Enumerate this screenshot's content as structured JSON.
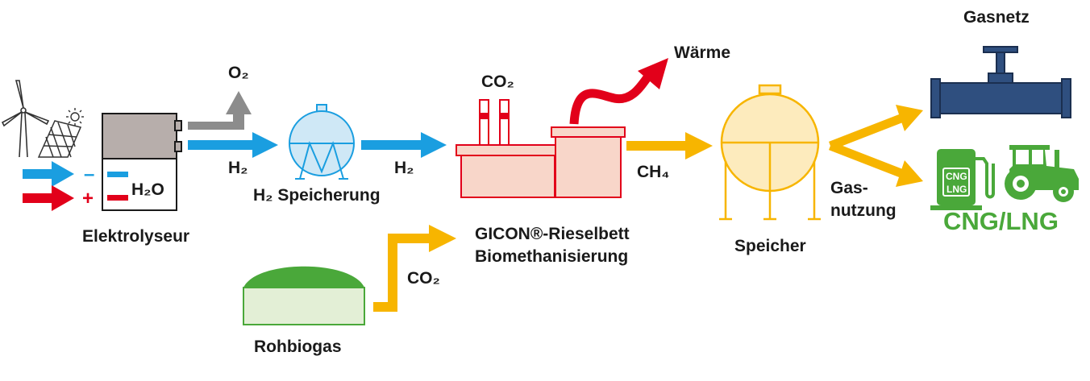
{
  "labels": {
    "elektrolyseur": "Elektrolyseur",
    "h2o": "H₂O",
    "o2": "O₂",
    "h2_left": "H₂",
    "h2_speicherung": "H₂ Speicherung",
    "h2_mid": "H₂",
    "co2_top": "CO₂",
    "waerme": "Wärme",
    "reactor_line1": "GICON®-Rieselbett",
    "reactor_line2": "Biomethanisierung",
    "ch4": "CH₄",
    "speicher": "Speicher",
    "gasnutzung_line1": "Gas-",
    "gasnutzung_line2": "nutzung",
    "gasnetz": "Gasnetz",
    "cng_lng": "CNG/LNG",
    "pump_badge_line1": "CNG",
    "pump_badge_line2": "LNG",
    "co2_bottom": "CO₂",
    "rohbiogas": "Rohbiogas",
    "plus": "+",
    "minus": "–"
  },
  "colors": {
    "blue": "#1a9ee0",
    "red": "#e2001a",
    "grey": "#8c8c8c",
    "yellow": "#f7b500",
    "green": "#4aa83a",
    "navy": "#2f4f7f",
    "electrolyser_fill": "#b7aeab",
    "h2_tank_fill": "#cfe8f6",
    "reactor_fill": "#f8d6c9",
    "speicher_fill": "#fdebbd",
    "biogas_fill": "#e3efd6"
  },
  "icons": [
    "wind-turbine-icon",
    "solar-panel-icon",
    "sun-icon",
    "gas-pipe-icon",
    "fuel-pump-icon",
    "tractor-icon"
  ]
}
